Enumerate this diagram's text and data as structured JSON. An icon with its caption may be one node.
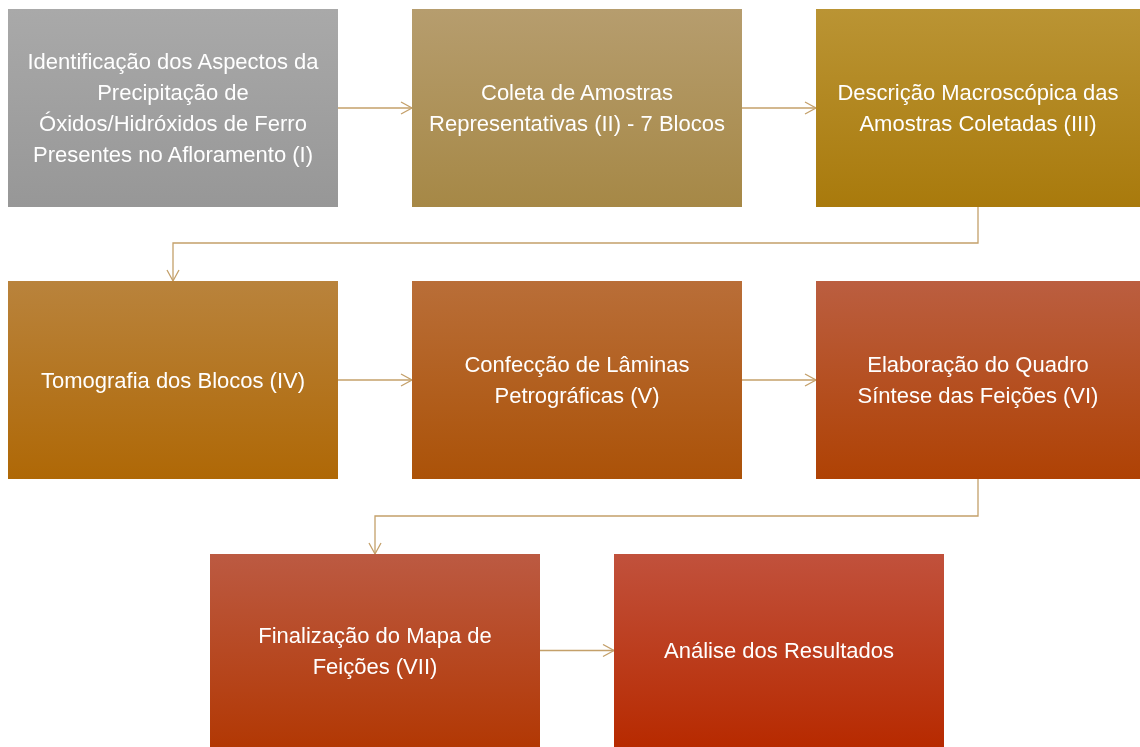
{
  "diagram": {
    "nodes": [
      {
        "text": [
          "Identificação dos Aspectos da Precipitação de Óxidos/Hidróxidos de Ferro Presentes no Afloramento (I)"
        ]
      },
      {
        "text": [
          "Coleta de Amostras Representativas (II) - 7 Blocos"
        ]
      },
      {
        "text": [
          "Descrição Macroscópica das Amostras Coletadas (III)"
        ]
      },
      {
        "text": [
          "Tomografia dos Blocos (IV)"
        ]
      },
      {
        "text": [
          "Confecção de Lâminas Petrográficas (V)"
        ]
      },
      {
        "text": [
          "Elaboração do Quadro Síntese das Feições (VI)"
        ]
      },
      {
        "text": [
          "Finalização do Mapa de Feições (VII)"
        ]
      },
      {
        "text": [
          "Análise dos Resultados"
        ]
      }
    ],
    "edges": [
      {
        "from": 0,
        "to": 1,
        "arrow": "to"
      },
      {
        "from": 1,
        "to": 2,
        "arrow": "to"
      },
      {
        "from": 2,
        "to": 3,
        "arrow": "to"
      },
      {
        "from": 3,
        "to": 4,
        "arrow": "to"
      },
      {
        "from": 4,
        "to": 5,
        "arrow": "to"
      },
      {
        "from": 5,
        "to": 6,
        "arrow": "to"
      },
      {
        "from": 6,
        "to": 7,
        "arrow": "to"
      }
    ]
  }
}
